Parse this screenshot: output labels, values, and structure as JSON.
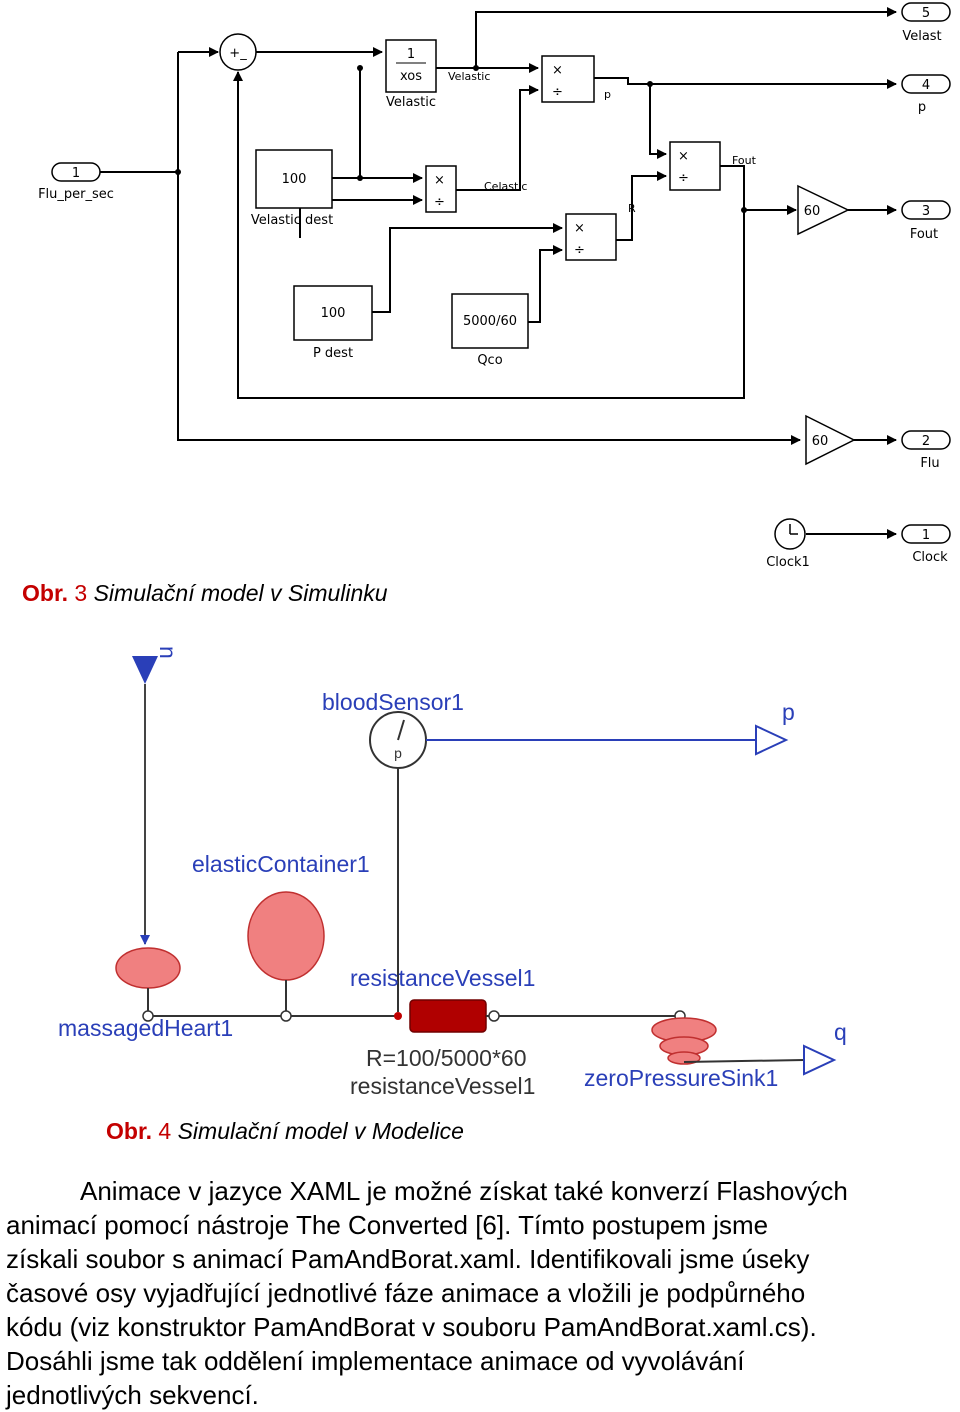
{
  "simulink": {
    "inports": [
      {
        "num": "1",
        "label": "Flu_per_sec"
      }
    ],
    "outports": [
      {
        "num": "5",
        "label": "Velast"
      },
      {
        "num": "4",
        "label": "p"
      },
      {
        "num": "3",
        "label": "Fout"
      },
      {
        "num": "2",
        "label": "Flu"
      },
      {
        "num": "1",
        "label": "Clock"
      }
    ],
    "sum_signs": "+_",
    "integrator": {
      "top": "1",
      "bottom": "xos",
      "name": "Velastic"
    },
    "signals": {
      "velastic": "Velastic",
      "celastic": "Celastic",
      "p": "p",
      "fout": "Fout",
      "r": "R"
    },
    "constants": [
      {
        "value": "100",
        "name": "Velastic dest"
      },
      {
        "value": "100",
        "name": "P dest"
      },
      {
        "value": "5000/60",
        "name": "Qco"
      }
    ],
    "gains": [
      "60",
      "60"
    ],
    "product_symbols": {
      "mul": "×",
      "div": "÷"
    },
    "clock": {
      "name": "Clock1"
    }
  },
  "caption1": {
    "prefix": "Obr.",
    "number": "3",
    "text": "Simulační model  v Simulinku"
  },
  "modelica": {
    "input_label": "n",
    "blood_sensor": "bloodSensor1",
    "sensor_mark": "p",
    "output_p": "p",
    "elastic_container": "elasticContainer1",
    "resistance_vessel": "resistanceVessel1",
    "massaged_heart": "massagedHeart1",
    "resistance_param": "R=100/5000*60",
    "resistance_vessel_label2": "resistanceVessel1",
    "zero_pressure_sink": "zeroPressureSink1",
    "output_q": "q"
  },
  "caption2": {
    "prefix": "Obr.",
    "number": "4",
    "text": "Simulační model  v Modelice"
  },
  "paragraph": {
    "lines": [
      "Animace v jazyce XAML je možné získat také konverzí Flashových",
      "animací pomocí nástroje The Converted [6]. Tímto postupem jsme",
      "získali soubor s animací PamAndBorat.xaml. Identifikovali jsme úseky",
      "časové osy vyjadřující jednotlivé fáze animace a vložili je podpůrného",
      "kódu (viz konstruktor PamAndBorat v souboru PamAndBorat.xaml.cs).",
      "Dosáhli  jsme tak oddělení implementace animace od vyvolávání",
      "jednotlivých sekvencí."
    ]
  }
}
